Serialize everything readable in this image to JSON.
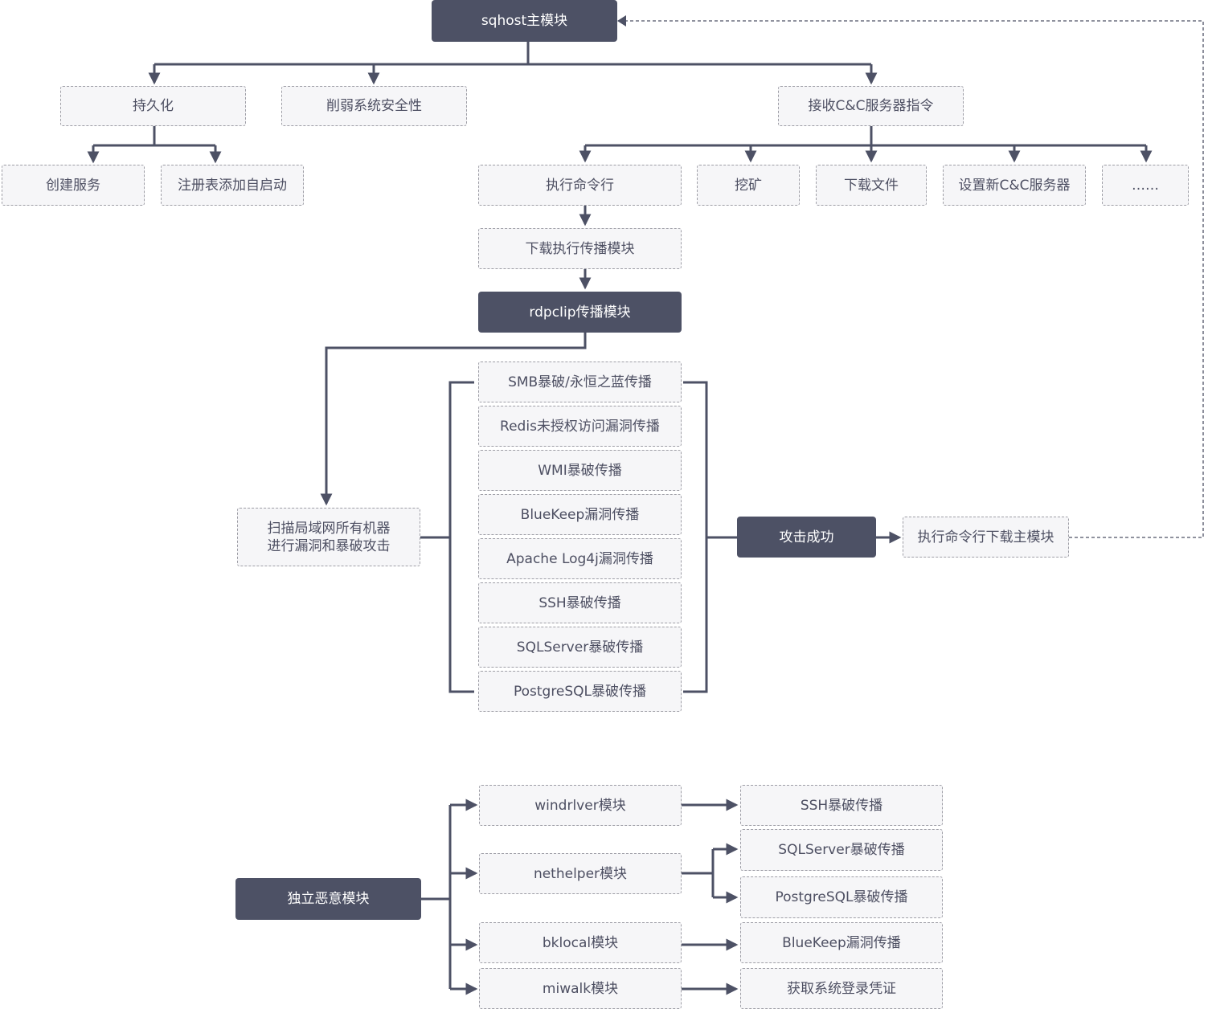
{
  "colors": {
    "line": "#4d5165",
    "dark_box": "#4d5165",
    "light_box": "#f6f6f8",
    "dash_border": "#9e9ea6",
    "text": "#4d4f62"
  },
  "nodes": {
    "sqhost": "sqhost主模块",
    "persist": "持久化",
    "weaken": "削弱系统安全性",
    "receive": "接收C&C服务器指令",
    "create_service": "创建服务",
    "registry_autorun": "注册表添加自启动",
    "exec_cmd": "执行命令行",
    "mining": "挖矿",
    "download_file": "下载文件",
    "set_cc": "设置新C&C服务器",
    "more": "……",
    "download_exec": "下载执行传播模块",
    "rdpclip": "rdpcIip传播模块",
    "scan": "扫描局域网所有机器\n进行漏洞和暴破攻击",
    "smb": "SMB暴破/永恒之蓝传播",
    "redis": "Redis未授权访问漏洞传播",
    "wmi": "WMI暴破传播",
    "bluekeep": "BlueKeep漏洞传播",
    "log4j": "Apache Log4j漏洞传播",
    "ssh": "SSH暴破传播",
    "sqlserver": "SQLServer暴破传播",
    "postgresql": "PostgreSQL暴破传播",
    "attack_success": "攻击成功",
    "exec_download_main": "执行命令行下载主模块",
    "standalone": "独立恶意模块",
    "windrlver": "windrlver模块",
    "nethelper": "nethelper模块",
    "bklocal": "bklocal模块",
    "miwalk": "miwalk模块",
    "ssh2": "SSH暴破传播",
    "sqlserver2": "SQLServer暴破传播",
    "postgresql2": "PostgreSQL暴破传播",
    "bluekeep2": "BlueKeep漏洞传播",
    "credentials": "获取系统登录凭证"
  }
}
